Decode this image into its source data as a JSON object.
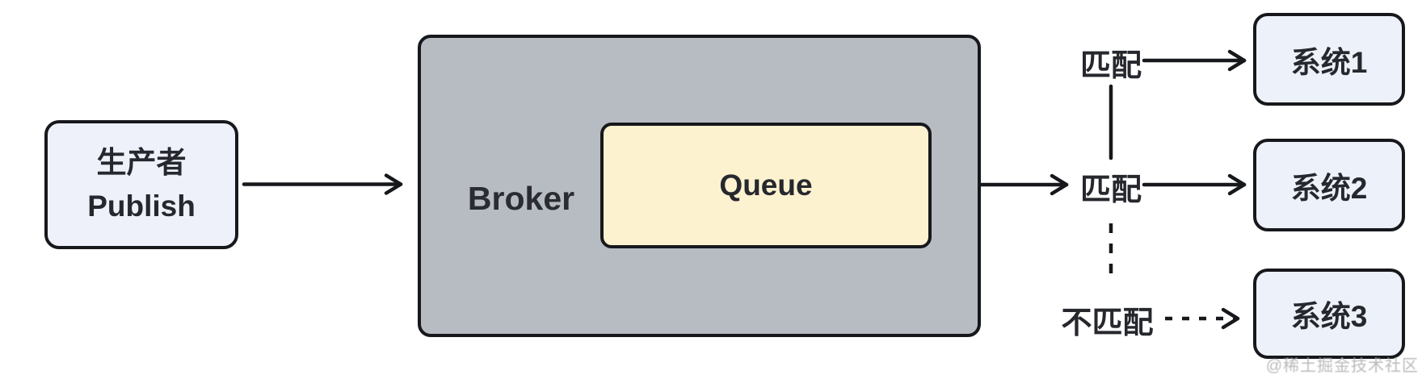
{
  "diagram": {
    "producer": {
      "line1": "生产者",
      "line2": "Publish"
    },
    "broker": {
      "label": "Broker"
    },
    "queue": {
      "label": "Queue"
    },
    "edge_labels": {
      "match_top": "匹配",
      "match_middle": "匹配",
      "no_match": "不匹配"
    },
    "systems": [
      {
        "label": "系统1"
      },
      {
        "label": "系统2"
      },
      {
        "label": "系统3"
      }
    ],
    "watermark": "@稀土掘金技术社区",
    "colors": {
      "border": "#17181c",
      "broker_fill": "#b7bbc2",
      "queue_fill": "#fcf2cf",
      "node_fill": "#eef1fa",
      "text": "#26282e",
      "watermark_text": "#b3b3b3"
    }
  }
}
